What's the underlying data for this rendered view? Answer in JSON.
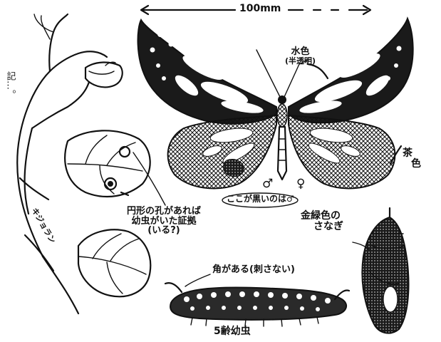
{
  "scale_label": "100mm",
  "wing_color_label": {
    "line1": "水色",
    "line2": "(半透明)"
  },
  "hindwing_color_label": {
    "line1": "茶",
    "line2": "色"
  },
  "male_symbol": "♂",
  "female_symbol": "♀",
  "male_mark_label": "ここが黒いのは♂",
  "pupa_label": {
    "line1": "金緑色の",
    "line2": "さなぎ"
  },
  "leaf_hole_note": {
    "line1": "円形の孔があれば",
    "line2": "幼虫がいた証拠",
    "line3": "(いる?)"
  },
  "plant_label": "キジョラン",
  "larva_horn_label": "角がある(刺さない)",
  "larva_label": "5齢幼虫",
  "margin_text": "記…。",
  "colors": {
    "ink": "#111111",
    "paper": "#ffffff"
  }
}
